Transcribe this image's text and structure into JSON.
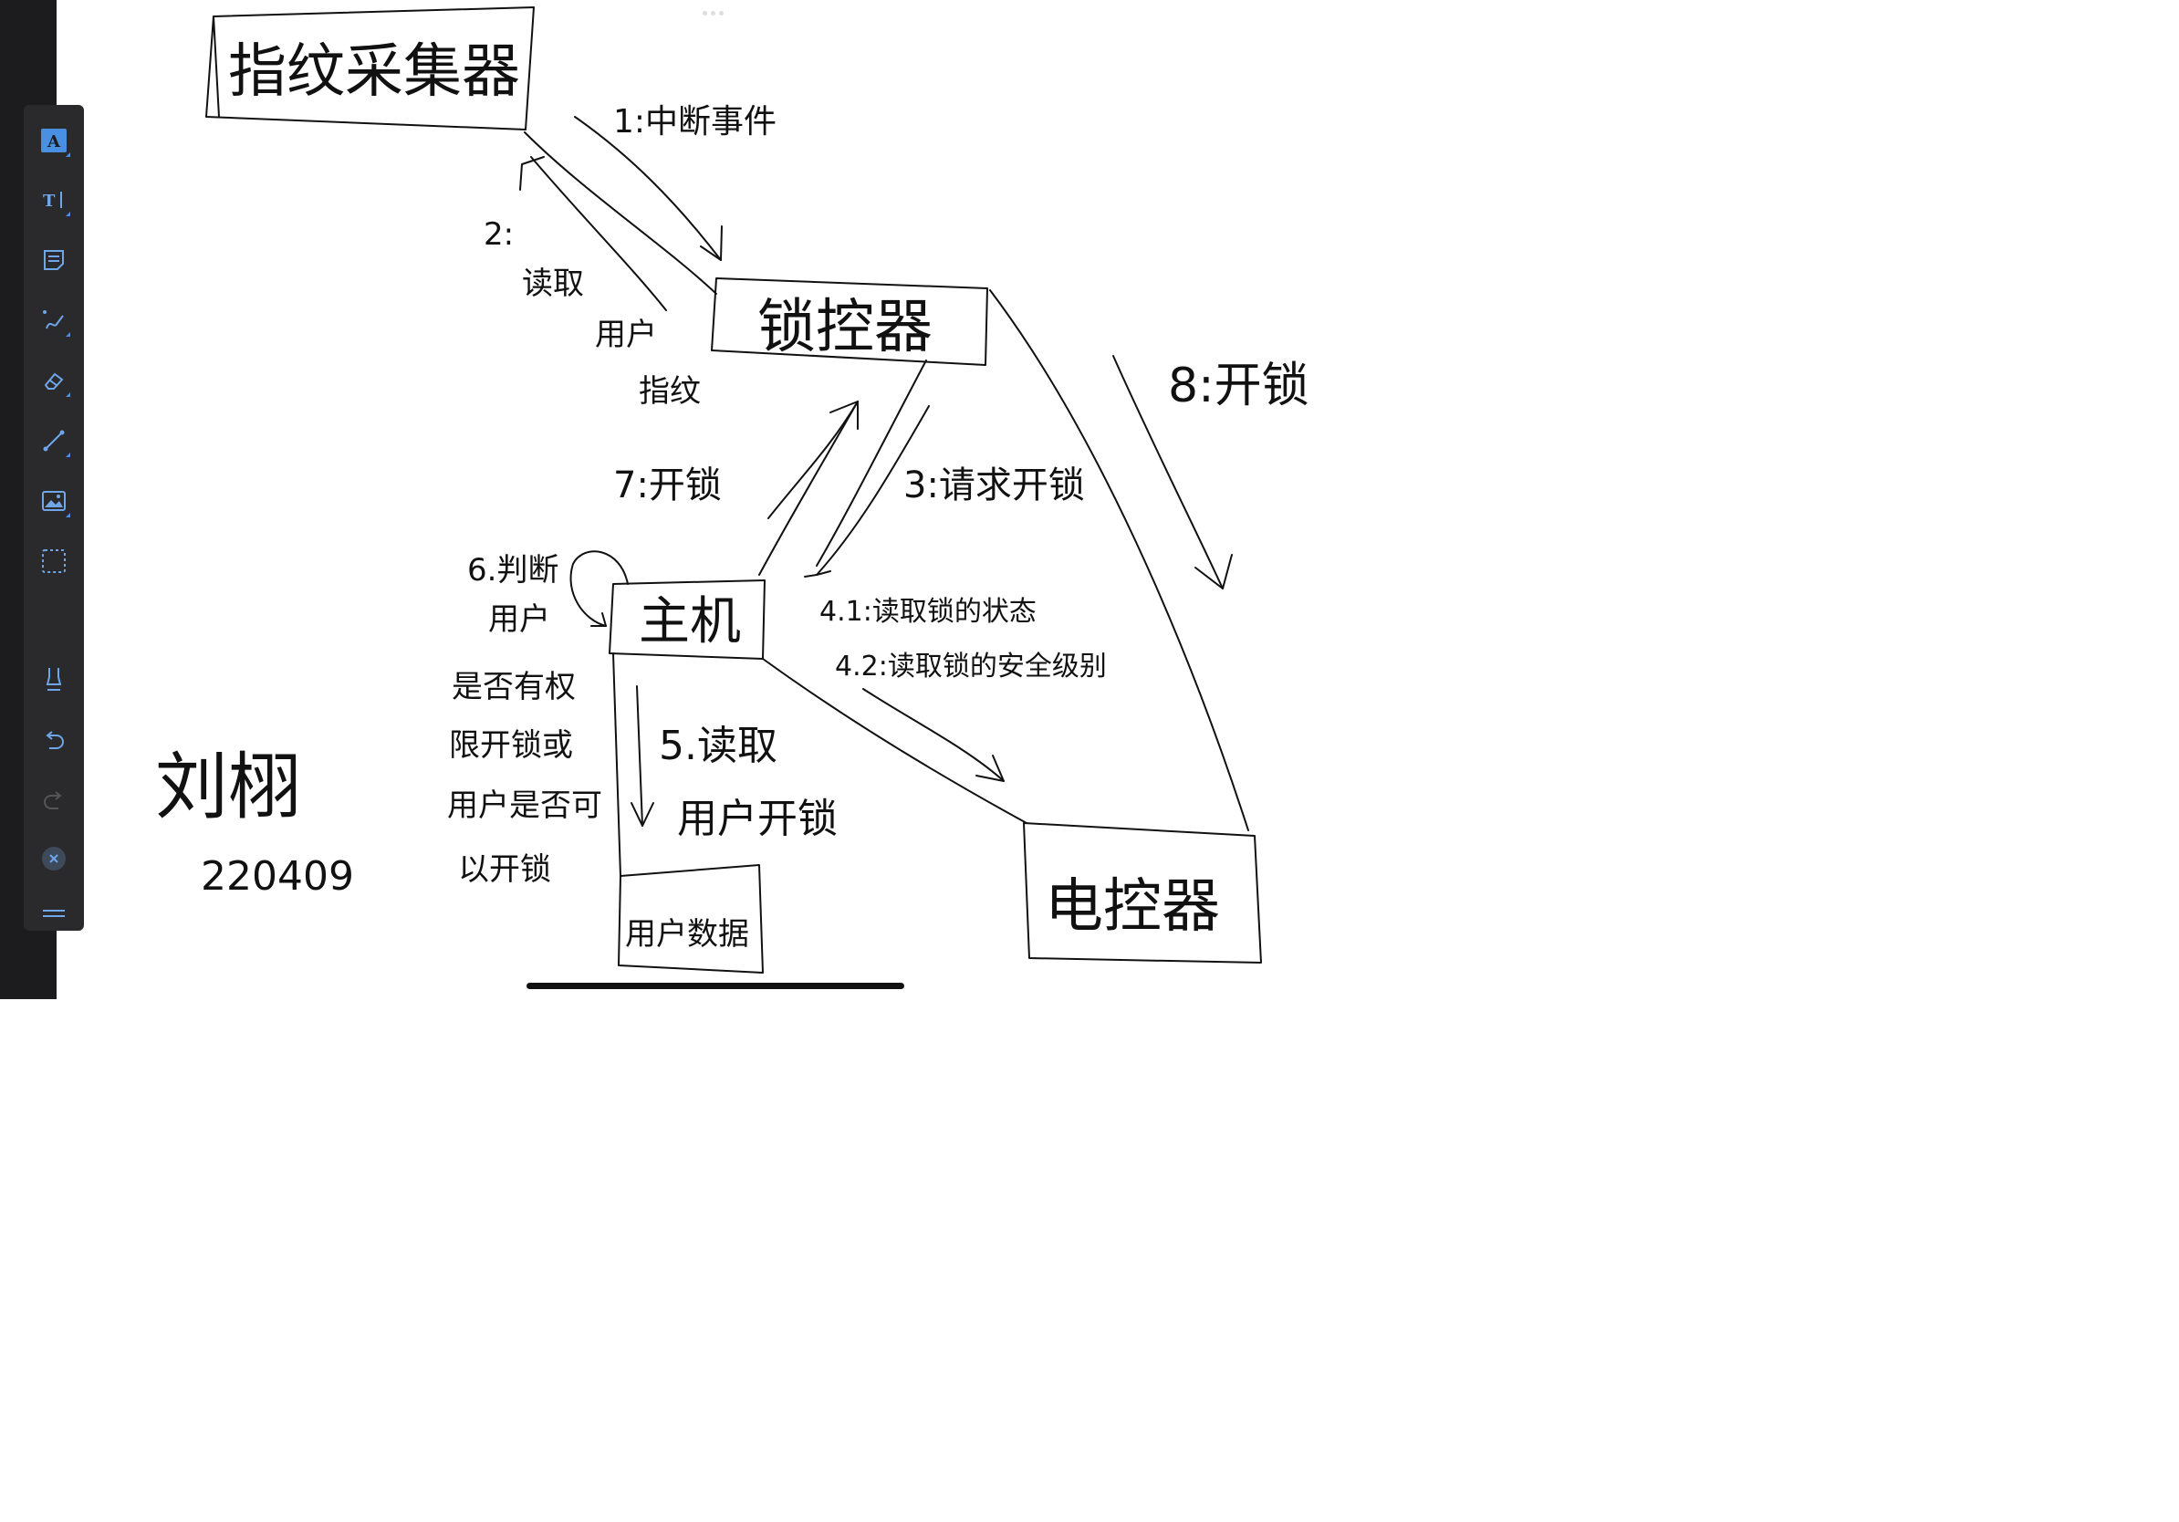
{
  "toolbar": {
    "tools": [
      {
        "name": "text-style-icon",
        "glyph": "A"
      },
      {
        "name": "text-tool-icon",
        "glyph": "T|"
      },
      {
        "name": "note-icon",
        "glyph": ""
      },
      {
        "name": "pen-icon",
        "glyph": ""
      },
      {
        "name": "eraser-icon",
        "glyph": ""
      },
      {
        "name": "line-icon",
        "glyph": ""
      },
      {
        "name": "image-icon",
        "glyph": ""
      },
      {
        "name": "selection-icon",
        "glyph": ""
      },
      {
        "name": "highlighter-icon",
        "glyph": ""
      },
      {
        "name": "undo-icon",
        "glyph": "↶"
      },
      {
        "name": "redo-icon",
        "glyph": "↷"
      },
      {
        "name": "close-icon",
        "glyph": "×"
      },
      {
        "name": "menu-icon",
        "glyph": "═"
      }
    ],
    "accent": "#4a90e2"
  },
  "diagram": {
    "nodes": {
      "fingerprint": "指纹采集器",
      "lock_ctrl": "锁控器",
      "host": "主机",
      "user_db": "用户数据",
      "motor": "电控器"
    },
    "messages": {
      "m1": "1:中断事件",
      "m2a": "2:",
      "m2b": "读取",
      "m2c": "用户",
      "m2d": "指纹",
      "m3": "3:请求开锁",
      "m41": "4.1:读取锁的状态",
      "m42": "4.2:读取锁的安全级别",
      "m5a": "5.读取",
      "m5b": "用户开锁",
      "m6a": "6.判断",
      "m6b": "用户",
      "m6c": "是否有权",
      "m6d": "限开锁或",
      "m6e": "用户是否可",
      "m6f": "以开锁",
      "m7": "7:开锁",
      "m8": "8:开锁"
    },
    "signature": {
      "name": "刘栩",
      "date": "220409"
    }
  }
}
